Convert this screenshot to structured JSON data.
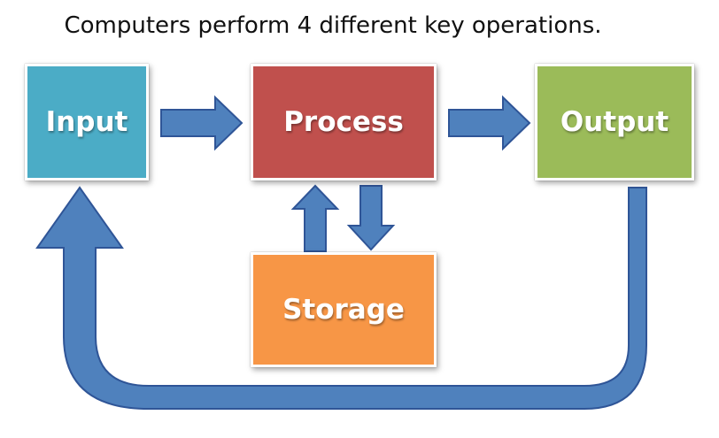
{
  "heading": "Computers perform 4 different key operations.",
  "boxes": {
    "input": {
      "label": "Input",
      "color": "#4bacc6"
    },
    "process": {
      "label": "Process",
      "color": "#c0504d"
    },
    "output": {
      "label": "Output",
      "color": "#9bbb59"
    },
    "storage": {
      "label": "Storage",
      "color": "#f79646"
    }
  },
  "arrow_color": "#4f81bd"
}
